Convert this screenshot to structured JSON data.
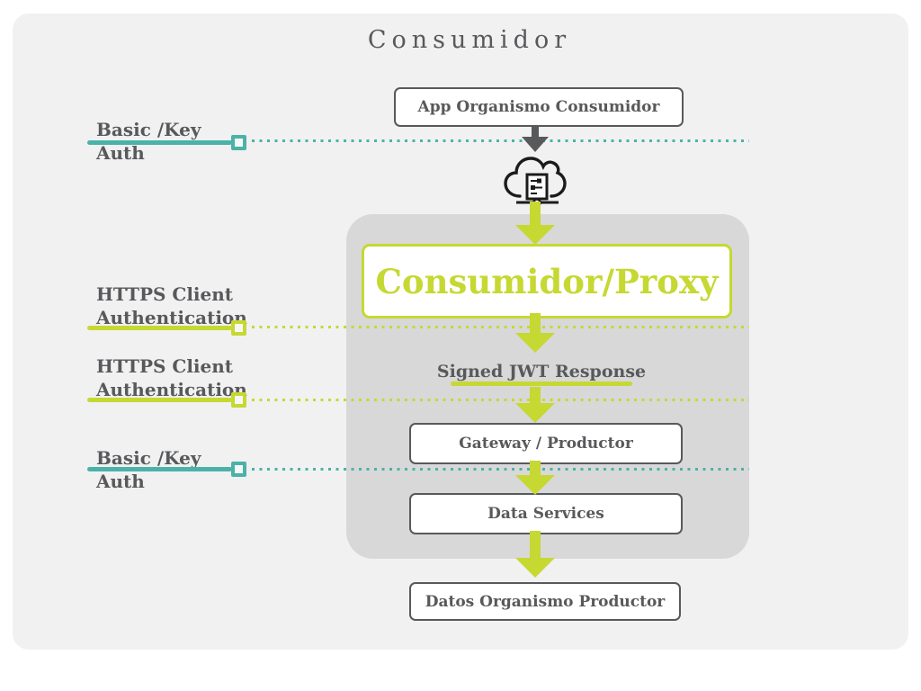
{
  "title": "Consumidor",
  "colors": {
    "lime": "#c6d832",
    "teal": "#4bb2a8",
    "dark_gray": "#58595b",
    "container_gray": "#d8d8d9",
    "panel_gray": "#f1f1f2"
  },
  "flow": {
    "app_box": {
      "label": "App Organismo Consumidor"
    },
    "cloud_icon": {
      "name": "cloud-network-icon"
    },
    "proxy_box": {
      "label": "Consumidor/Proxy"
    },
    "jwt_note": {
      "label": "Signed JWT Response"
    },
    "gateway_box": {
      "label": "Gateway / Productor"
    },
    "data_services_box": {
      "label": "Data Services"
    },
    "datos_box": {
      "label": "Datos Organismo Productor"
    }
  },
  "auth_lines": [
    {
      "label": "Basic /Key Auth",
      "color": "teal",
      "line_style": "dotted"
    },
    {
      "label": "HTTPS Client Authentication",
      "color": "lime",
      "line_style": "dotted"
    },
    {
      "label": "HTTPS Client Authentication",
      "color": "lime",
      "line_style": "dotted"
    },
    {
      "label": "Basic /Key Auth",
      "color": "teal",
      "line_style": "dotted"
    }
  ]
}
